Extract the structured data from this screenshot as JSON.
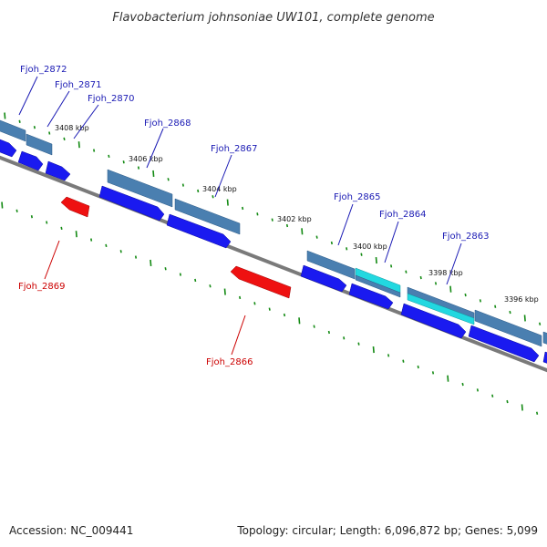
{
  "title": "Flavobacterium johnsoniae UW101, complete genome",
  "footer": {
    "accession": "Accession: NC_009441",
    "stats": "Topology: circular; Length: 6,096,872 bp; Genes: 5,099"
  },
  "scale_labels": [
    "3408 kbp",
    "3406 kbp",
    "3404 kbp",
    "3402 kbp",
    "3400 kbp",
    "3398 kbp",
    "3396 kbp"
  ],
  "genes": [
    {
      "name": "Fjoh_2872",
      "strand": "forward"
    },
    {
      "name": "Fjoh_2871",
      "strand": "forward"
    },
    {
      "name": "Fjoh_2870",
      "strand": "forward"
    },
    {
      "name": "Fjoh_2869",
      "strand": "reverse"
    },
    {
      "name": "Fjoh_2868",
      "strand": "forward"
    },
    {
      "name": "Fjoh_2867",
      "strand": "forward"
    },
    {
      "name": "Fjoh_2866",
      "strand": "reverse"
    },
    {
      "name": "Fjoh_2865",
      "strand": "forward"
    },
    {
      "name": "Fjoh_2864",
      "strand": "forward"
    },
    {
      "name": "Fjoh_2863",
      "strand": "forward"
    }
  ],
  "colors": {
    "backbone": "#808080",
    "forward_cds": "#1a1af0",
    "reverse_cds": "#ee1111",
    "feature_band": "#4a7fb0",
    "highlight_band": "#22d8e0",
    "tick": "#138a13"
  }
}
